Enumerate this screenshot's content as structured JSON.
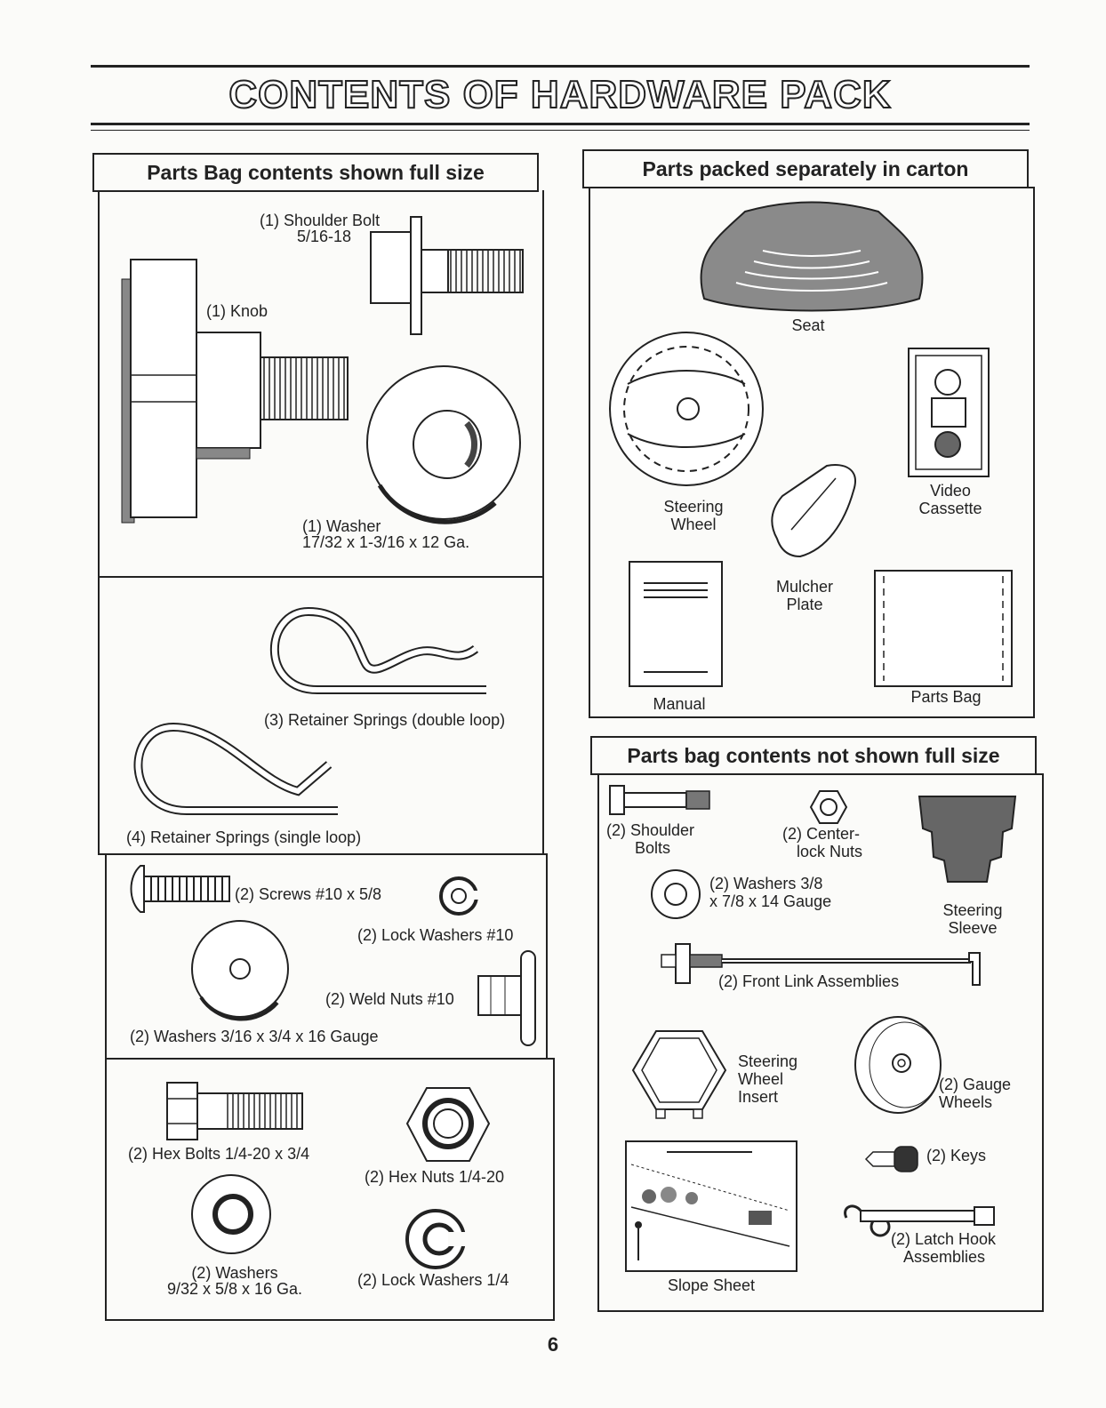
{
  "title": "CONTENTS OF HARDWARE PACK",
  "page_number": "6",
  "left_panel": {
    "header": "Parts Bag contents shown full size",
    "section1": {
      "shoulder_bolt": "(1) Shoulder Bolt",
      "shoulder_bolt_size": "5/16-18",
      "knob": "(1) Knob",
      "washer": "(1) Washer",
      "washer_size": "17/32 x 1-3/16 x 12 Ga."
    },
    "section2": {
      "double_loop": "(3)  Retainer Springs (double loop)",
      "single_loop": "(4)  Retainer Springs (single loop)"
    },
    "section3": {
      "screws": "(2) Screws  #10 x 5/8",
      "lock_washers": "(2) Lock Washers  #10",
      "weld_nuts": "(2) Weld Nuts  #10",
      "washers": "(2) Washers  3/16 x 3/4 x 16 Gauge"
    },
    "section4": {
      "hex_bolts": "(2) Hex Bolts  1/4-20 x 3/4",
      "hex_nuts": "(2) Hex Nuts  1/4-20",
      "washers_line1": "(2) Washers",
      "washers_line2": "9/32  x 5/8 x 16 Ga.",
      "lock_washers": "(2) Lock Washers  1/4"
    }
  },
  "right_top_panel": {
    "header": "Parts packed separately in carton",
    "seat": "Seat",
    "steering_wheel_1": "Steering",
    "steering_wheel_2": "Wheel",
    "video_1": "Video",
    "video_2": "Cassette",
    "mulcher_1": "Mulcher",
    "mulcher_2": "Plate",
    "manual": "Manual",
    "parts_bag": "Parts Bag"
  },
  "right_bottom_panel": {
    "header": "Parts bag contents not shown full size",
    "shoulder_bolts_1": "(2) Shoulder",
    "shoulder_bolts_2": "Bolts",
    "centerlock_1": "(2) Center-",
    "centerlock_2": "lock Nuts",
    "washers_1": "(2) Washers  3/8",
    "washers_2": "x 7/8 x 14 Gauge",
    "steering_sleeve_1": "Steering",
    "steering_sleeve_2": "Sleeve",
    "front_link": "(2) Front Link Assemblies",
    "insert_1": "Steering",
    "insert_2": "Wheel",
    "insert_3": "Insert",
    "gauge_1": "(2) Gauge",
    "gauge_2": "Wheels",
    "keys": "(2) Keys",
    "latch_1": "(2) Latch Hook",
    "latch_2": "Assemblies",
    "slope_sheet": "Slope Sheet"
  }
}
